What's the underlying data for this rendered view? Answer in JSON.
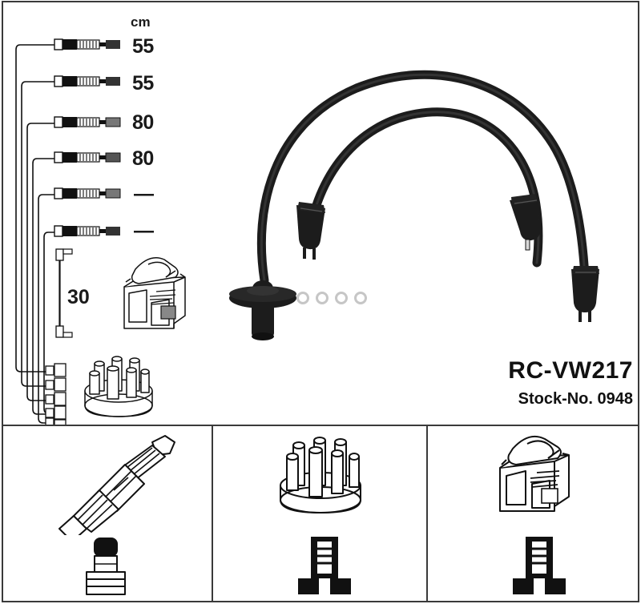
{
  "product": {
    "title": "RC-VW217",
    "stock_label": "Stock-No. 0948"
  },
  "measurements": {
    "unit": "cm",
    "rows": [
      {
        "length": "55"
      },
      {
        "length": "55"
      },
      {
        "length": "80"
      },
      {
        "length": "80"
      },
      {
        "length": "—"
      },
      {
        "length": "—"
      }
    ],
    "coil_lead": "30"
  },
  "main_diagram": {
    "parts": [
      {
        "name": "ignition-cable-long",
        "label": ""
      },
      {
        "name": "ignition-cable-short",
        "label": ""
      },
      {
        "name": "grommet-boot",
        "label": ""
      },
      {
        "name": "rubber-seal-ring",
        "label": ""
      },
      {
        "name": "ignition-coil",
        "label": ""
      },
      {
        "name": "distributor-cap",
        "label": ""
      }
    ]
  },
  "legend_panels": [
    {
      "name": "spark-plug-panel",
      "top_icon": "spark-plug",
      "bottom_icon": "straight-boot-connector"
    },
    {
      "name": "distributor-panel",
      "top_icon": "distributor-cap",
      "bottom_icon": "ribbed-terminal"
    },
    {
      "name": "coil-panel",
      "top_icon": "ignition-coil",
      "bottom_icon": "ribbed-terminal"
    }
  ],
  "colors": {
    "frame": "#3a3a3a",
    "ink": "#111111",
    "background": "#ffffff",
    "grey": "#666666"
  }
}
